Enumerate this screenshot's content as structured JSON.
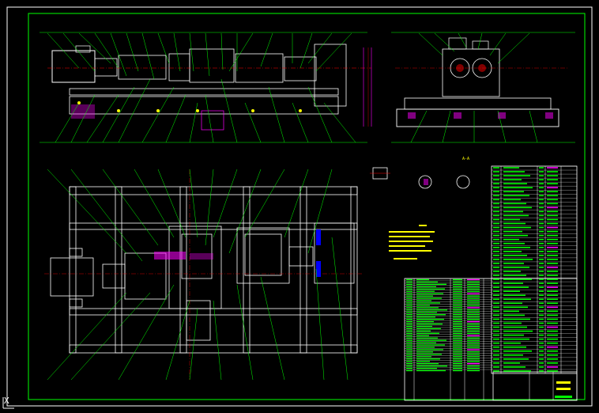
{
  "app": {
    "background": "#000000",
    "accent_green": "#00ff00",
    "accent_yellow": "#ffff00",
    "accent_magenta": "#ff00ff",
    "accent_white": "#ffffff"
  },
  "ucs": {
    "label": "X"
  },
  "section_view": {
    "label": "A-A"
  },
  "title_block": {
    "rows": 40
  },
  "parts_table": {
    "rows": 52
  }
}
